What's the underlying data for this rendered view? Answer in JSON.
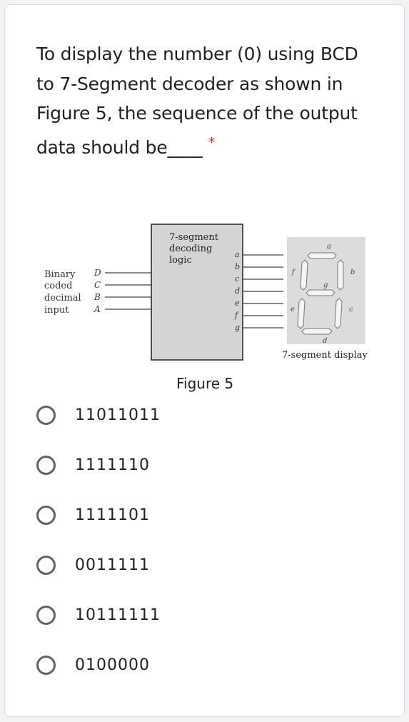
{
  "question": {
    "text": "To display the number (0) using BCD to 7-Segment decoder as shown in Figure 5, the sequence of the output data should be____",
    "required_marker": "*"
  },
  "figure": {
    "input_label_lines": [
      "Binary",
      "coded",
      "decimal",
      "input"
    ],
    "inputs": [
      "D",
      "C",
      "B",
      "A"
    ],
    "decoder_label_lines": [
      "7-segment",
      "decoding",
      "logic"
    ],
    "outputs": [
      "a",
      "b",
      "c",
      "d",
      "e",
      "f",
      "g"
    ],
    "display_segment_labels": {
      "a": "a",
      "b": "b",
      "c": "c",
      "d": "d",
      "e": "e",
      "f": "f",
      "g": "g"
    },
    "display_label": "7-segment display",
    "caption": "Figure 5"
  },
  "options": [
    {
      "label": "11011011"
    },
    {
      "label": "1111110"
    },
    {
      "label": "1111101"
    },
    {
      "label": "0011111"
    },
    {
      "label": "10111111"
    },
    {
      "label": "0100000"
    }
  ]
}
